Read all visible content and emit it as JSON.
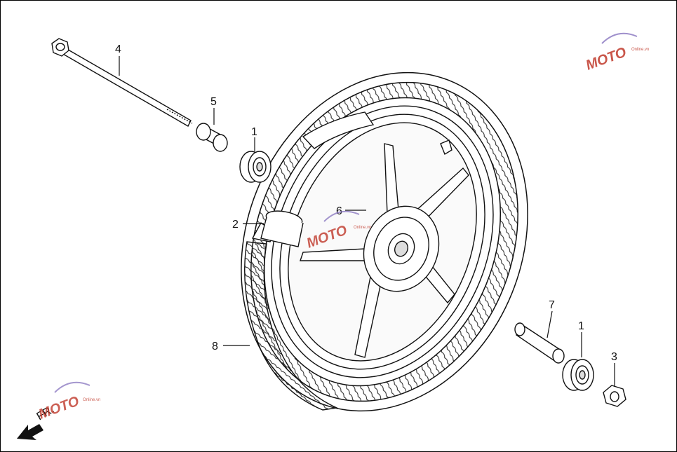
{
  "diagram": {
    "callouts": [
      {
        "label": "4",
        "part": "axle-bolt"
      },
      {
        "label": "5",
        "part": "collar"
      },
      {
        "label": "1",
        "part": "bearing-left"
      },
      {
        "label": "2",
        "part": "tube"
      },
      {
        "label": "6",
        "part": "wheel-rim"
      },
      {
        "label": "8",
        "part": "tire"
      },
      {
        "label": "7",
        "part": "spacer"
      },
      {
        "label": "1",
        "part": "bearing-right"
      },
      {
        "label": "3",
        "part": "axle-nut"
      }
    ],
    "direction_label": "FR.",
    "watermark": {
      "text": "MOTO",
      "subtext": "Online.vn",
      "color": "#c0392b",
      "accent": "#8e7cc3"
    }
  }
}
